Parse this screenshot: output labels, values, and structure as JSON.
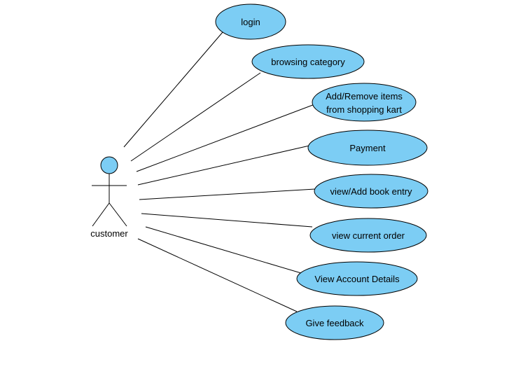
{
  "colors": {
    "usecase_fill": "#7ccdf4",
    "outline": "#000000",
    "background": "#ffffff"
  },
  "actor": {
    "label": "customer"
  },
  "use_cases": [
    {
      "lines": [
        "login"
      ]
    },
    {
      "lines": [
        "browsing category"
      ]
    },
    {
      "lines": [
        "Add/Remove items",
        "from shopping kart"
      ]
    },
    {
      "lines": [
        "Payment"
      ]
    },
    {
      "lines": [
        "view/Add book entry"
      ]
    },
    {
      "lines": [
        "view current order"
      ]
    },
    {
      "lines": [
        "View Account Details"
      ]
    },
    {
      "lines": [
        "Give feedback"
      ]
    }
  ]
}
